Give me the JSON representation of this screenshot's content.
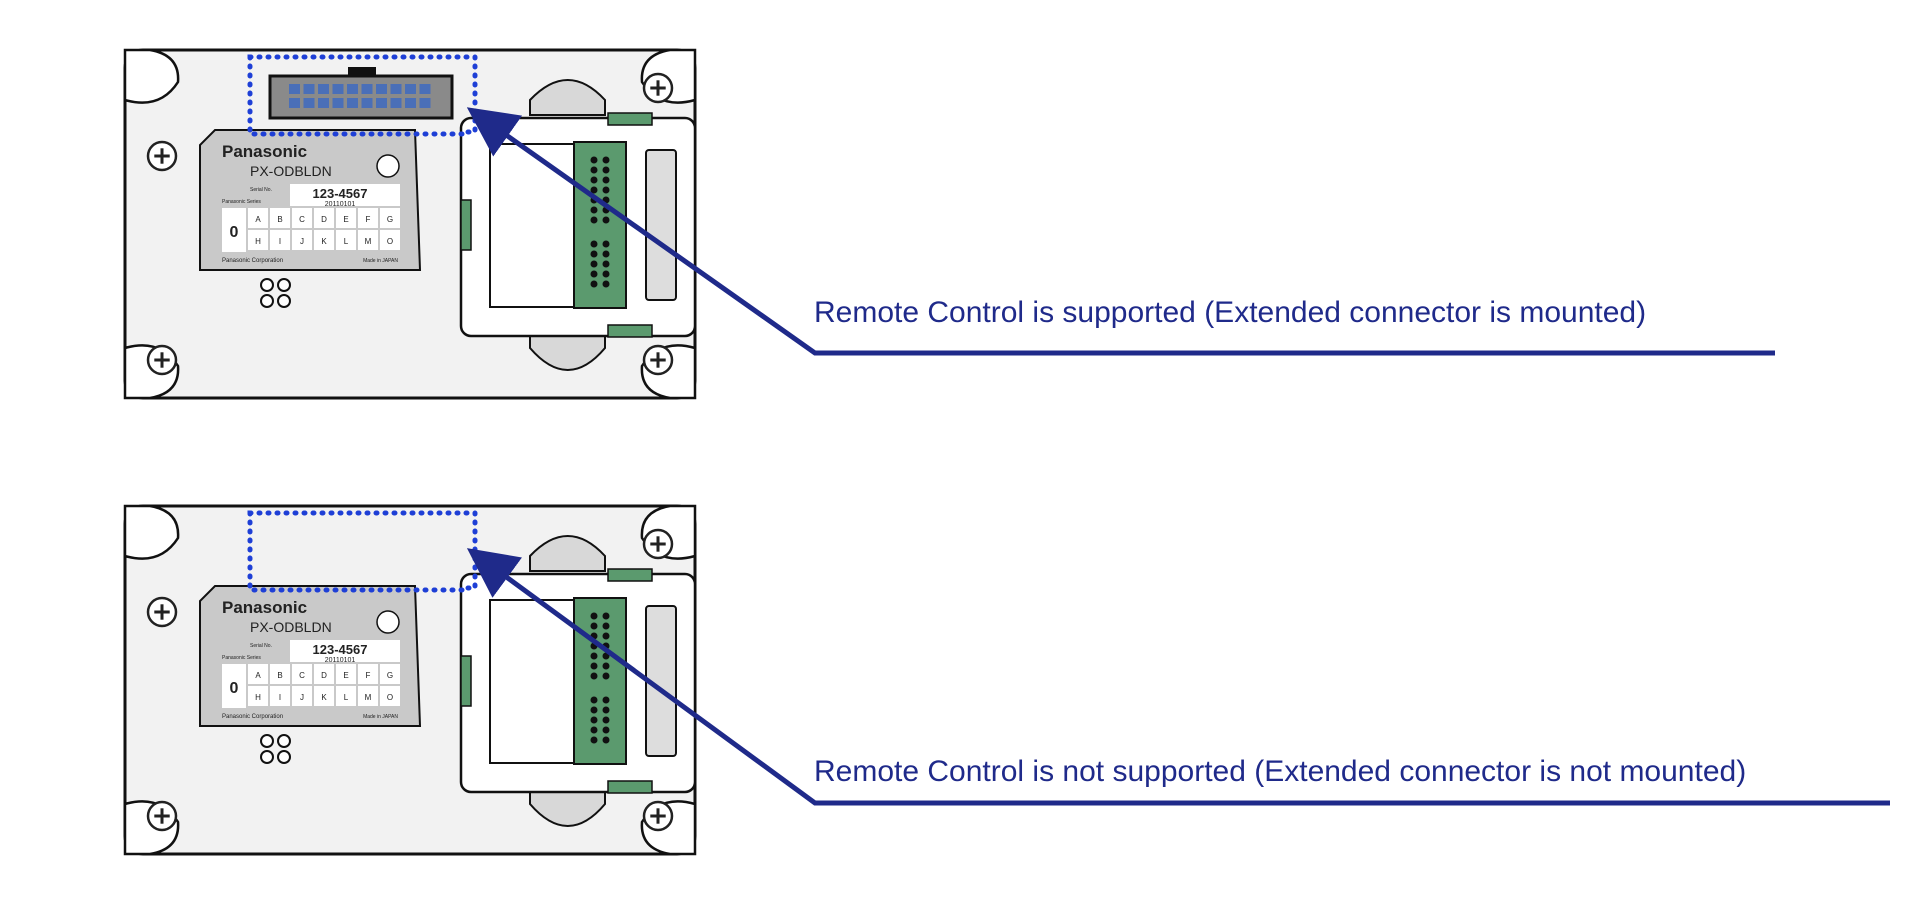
{
  "colors": {
    "callout": "#1f2a8a",
    "dotted_outline": "#1e3fd6",
    "terminal_green": "#5b9a6e",
    "connector_gray": "#8a8a8a",
    "pin_blue": "#4a6fb8",
    "device_fill": "#f2f2f2"
  },
  "callouts": {
    "supported": "Remote Control is supported (Extended connector is mounted)",
    "not_supported": "Remote Control is not supported (Extended connector is not mounted)"
  },
  "label": {
    "brand": "Panasonic",
    "model": "PX-ODBLDN",
    "serial_caption": "Serial No.",
    "serial": "123-4567",
    "date": "20110101",
    "series": "Panasonic Series",
    "grade": "0",
    "row1": [
      "A",
      "B",
      "C",
      "D",
      "E",
      "F",
      "G"
    ],
    "row2": [
      "H",
      "I",
      "J",
      "K",
      "L",
      "M",
      "O"
    ],
    "maker": "Panasonic Corporation",
    "origin": "Made in JAPAN"
  },
  "devices": [
    {
      "name": "device-with-extended-connector",
      "extended_connector_mounted": true
    },
    {
      "name": "device-without-extended-connector",
      "extended_connector_mounted": false
    }
  ]
}
